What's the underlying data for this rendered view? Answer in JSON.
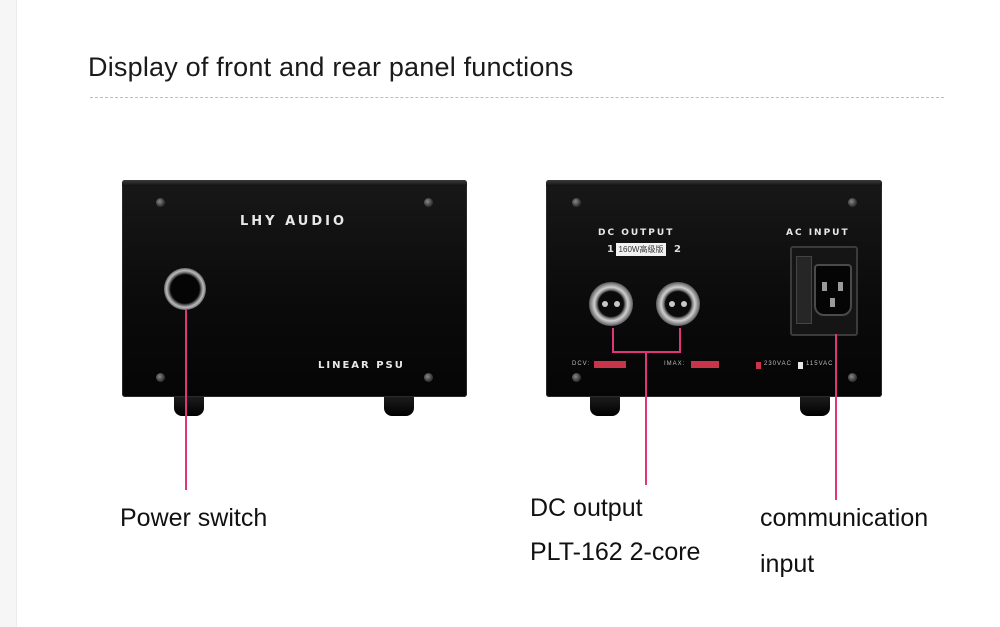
{
  "section_title": "Display of front and rear panel functions",
  "front_panel": {
    "brand_text": "LHY AUDIO",
    "model_text": "LINEAR PSU"
  },
  "rear_panel": {
    "dc_label": "DC OUTPUT",
    "ac_label": "AC INPUT",
    "output_1": "1",
    "output_2": "2",
    "sticker_text": "160W高级版",
    "dcv_text": "DCV:",
    "imax_text": "IMAX:",
    "vac_230": "230VAC",
    "vac_115": "115VAC"
  },
  "callouts": {
    "power_switch": "Power switch",
    "dc_output_line1": "DC output",
    "dc_output_line2": "PLT-162 2-core",
    "comm_line1": "communication",
    "comm_line2": "input"
  },
  "colors": {
    "callout_line": "#e0357a",
    "panel_black": "#0b0b0b"
  }
}
